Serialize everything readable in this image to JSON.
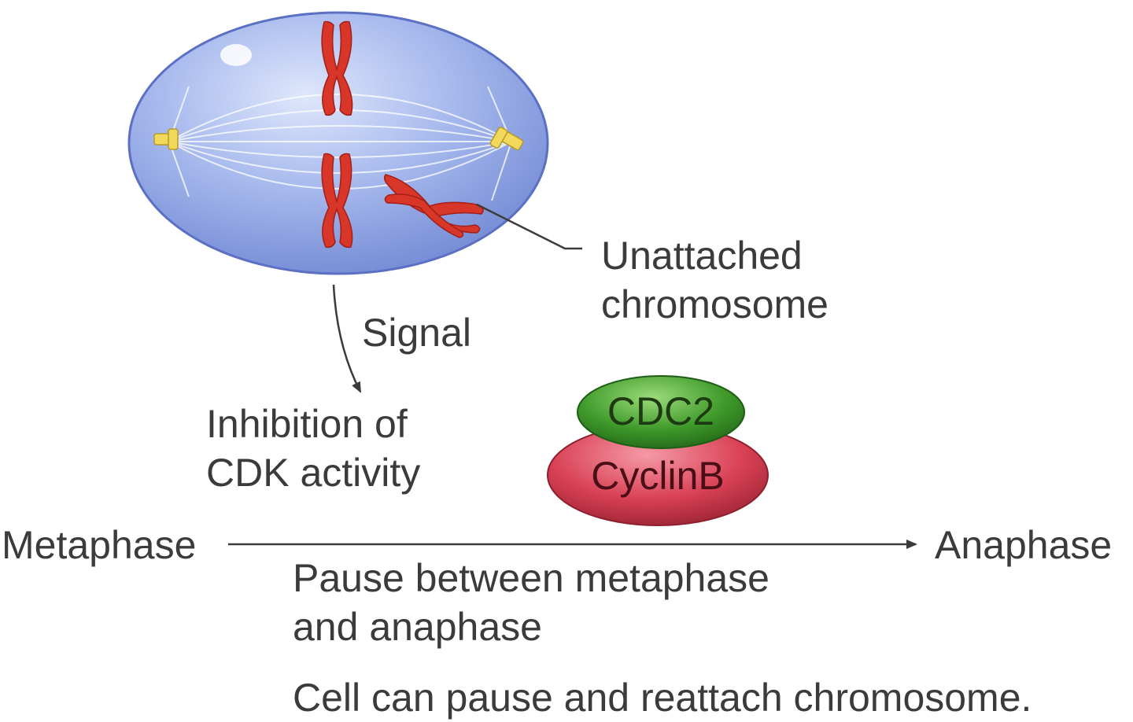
{
  "labels": {
    "unattached_line1": "Unattached",
    "unattached_line2": "chromosome",
    "signal": "Signal",
    "inhibition_line1": "Inhibition of",
    "inhibition_line2": "CDK activity",
    "metaphase": "Metaphase",
    "anaphase": "Anaphase",
    "pause_line1": "Pause between metaphase",
    "pause_line2": "and anaphase",
    "footer": "Cell can pause and reattach chromosome."
  },
  "complex": {
    "top_label": "CDC2",
    "bottom_label": "CyclinB",
    "top_color": "#3f9a2a",
    "bottom_color": "#d94055"
  },
  "colors": {
    "cell": "#8fa6e6",
    "chromosome": "#d9362a",
    "centrosome": "#f2d95c",
    "text": "#3b3b3b"
  }
}
